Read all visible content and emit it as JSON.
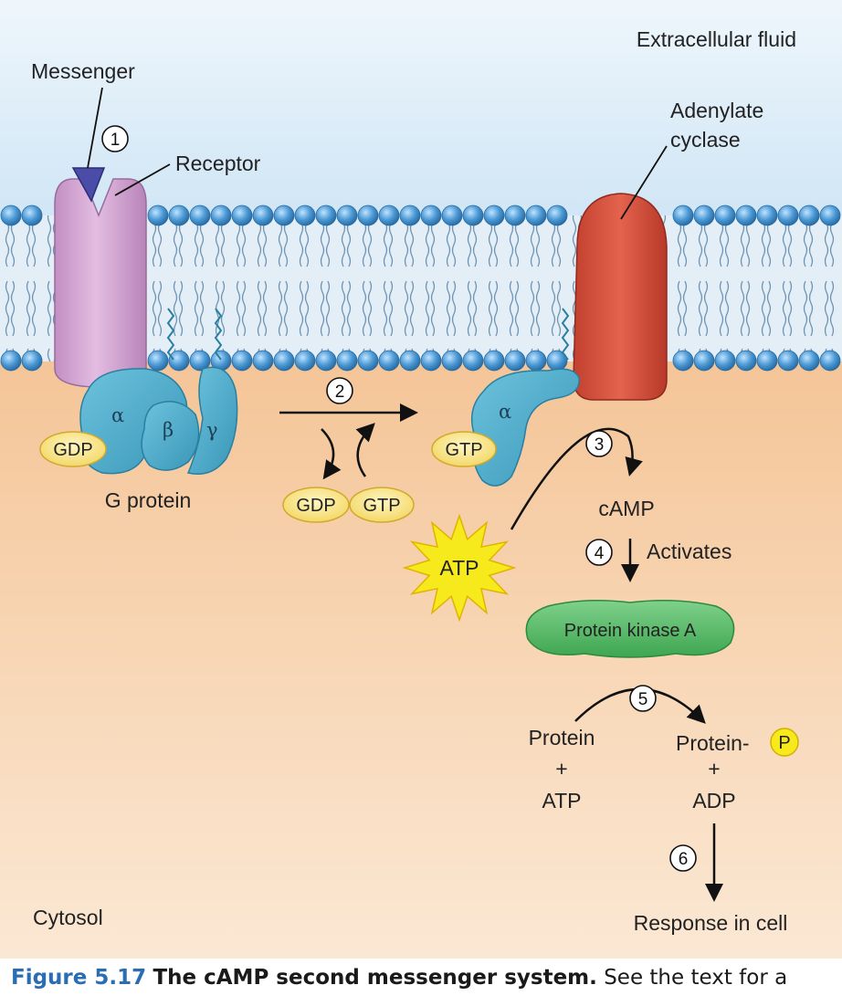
{
  "regions": {
    "extracellular": "Extracellular fluid",
    "cytosol": "Cytosol"
  },
  "labels": {
    "messenger": "Messenger",
    "receptor": "Receptor",
    "adenylate_line1": "Adenylate",
    "adenylate_line2": "cyclase",
    "g_protein": "G protein",
    "alpha": "α",
    "beta": "β",
    "gamma": "γ",
    "gdp": "GDP",
    "gtp": "GTP",
    "atp": "ATP",
    "camp": "cAMP",
    "activates": "Activates",
    "pka": "Protein kinase A",
    "protein": "Protein",
    "plus": "+",
    "adp": "ADP",
    "protein_p": "Protein-",
    "phosphate": "P",
    "response": "Response in cell"
  },
  "steps": [
    "1",
    "2",
    "3",
    "4",
    "5",
    "6"
  ],
  "caption": {
    "figure": "Figure 5.17",
    "title": "The cAMP second messenger system.",
    "text": "See the text for a"
  },
  "colors": {
    "extracellular": "#dcedf8",
    "cytosol": "#f4c99a",
    "lipid_head": "#4a98d4",
    "receptor": "#d7a7d6",
    "g_protein": "#4fb0cf",
    "adenylate_cyclase": "#d8503e",
    "gdp_gtp_oval": "#f7e48a",
    "atp_star": "#f7ea1c",
    "pka": "#5cbf6a",
    "messenger": "#4b4ca8",
    "caption_accent": "#2a6db5"
  }
}
